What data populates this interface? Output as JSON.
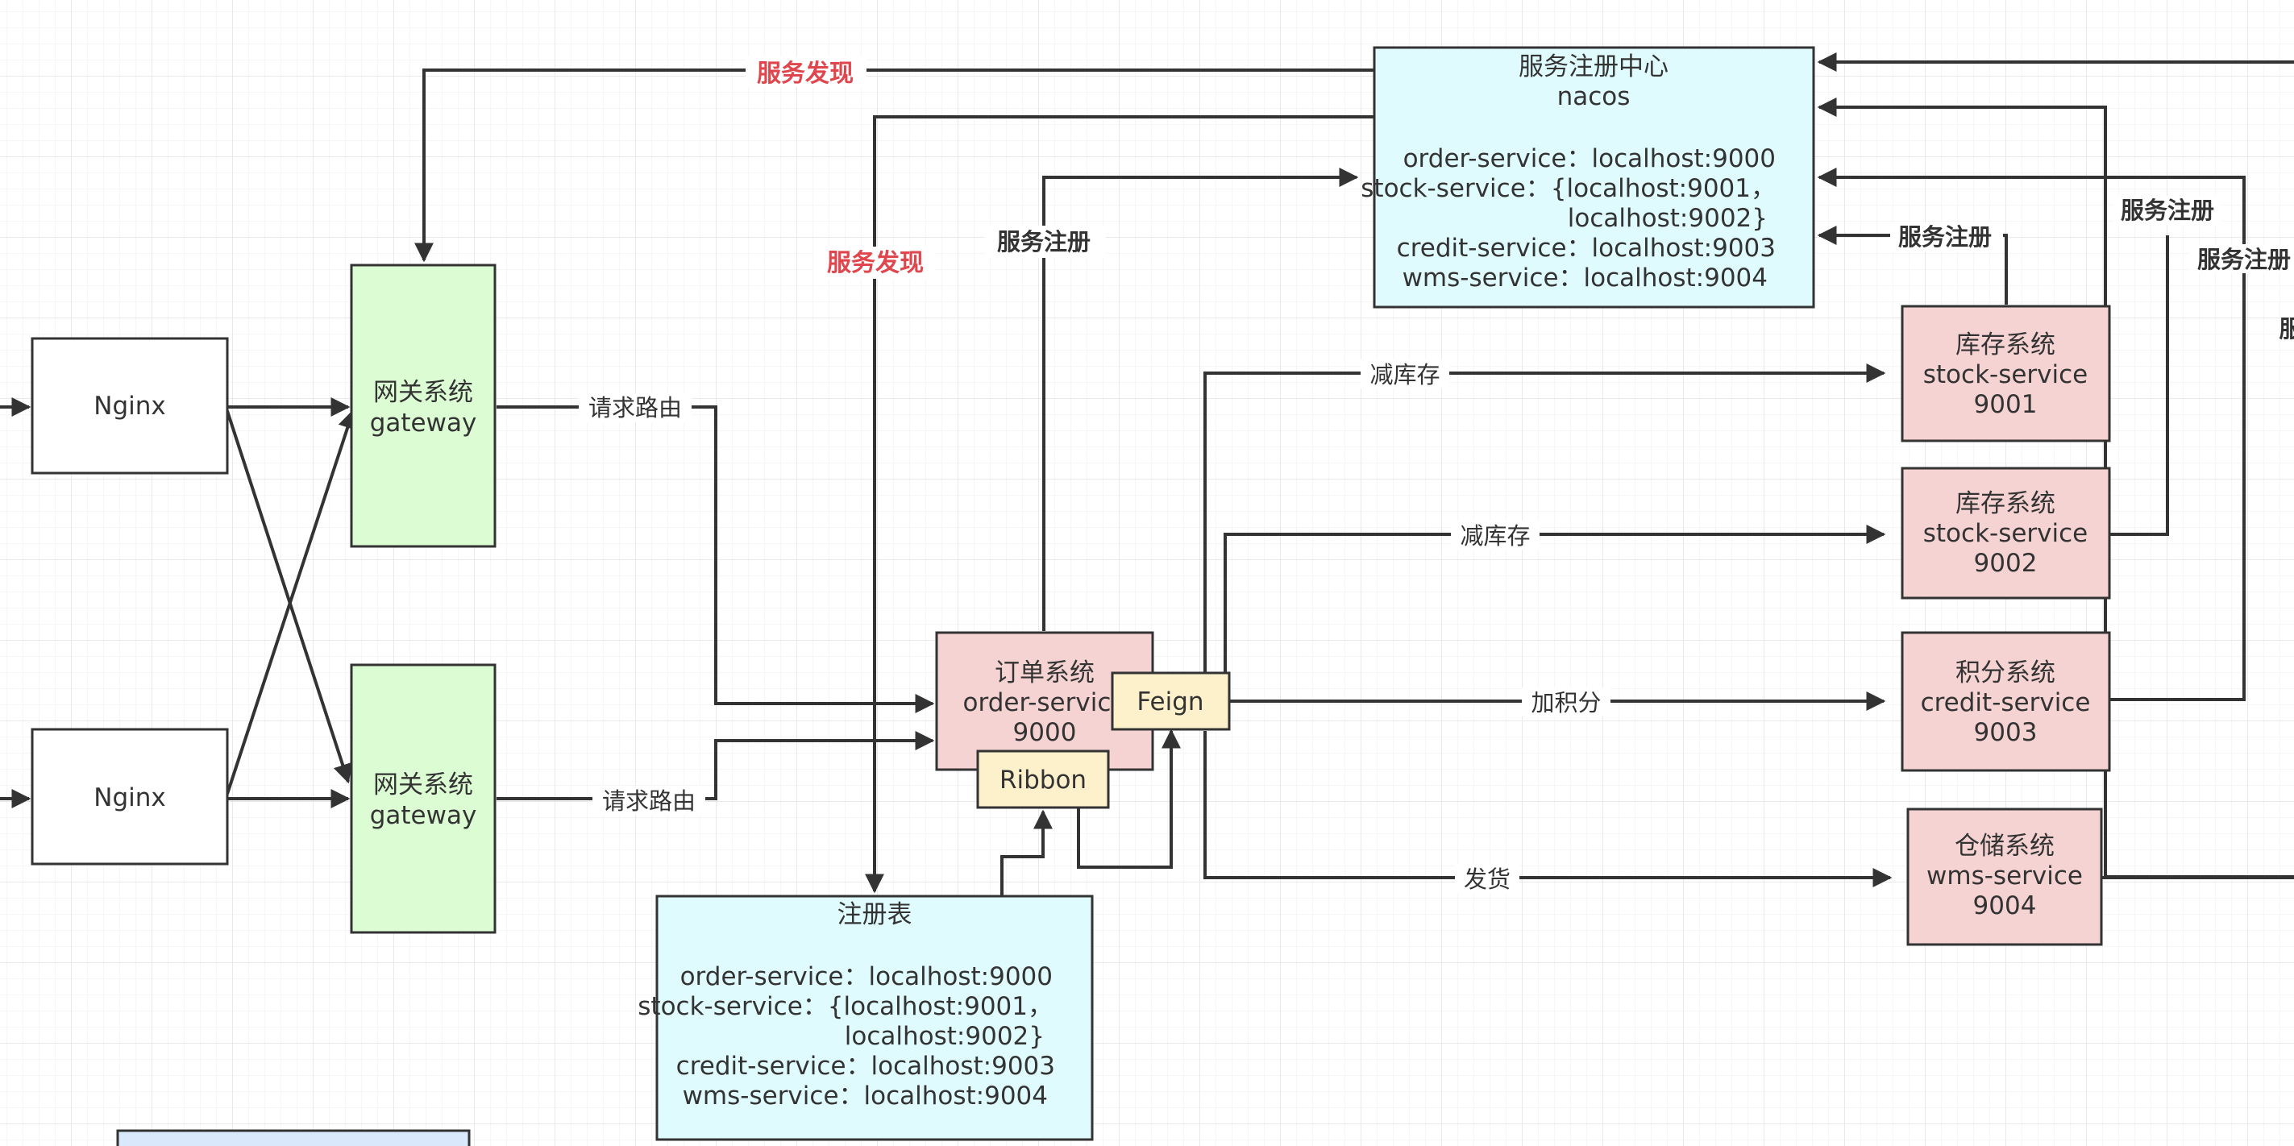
{
  "colors": {
    "registry_fill": "#dffbfe",
    "gateway_fill": "#dcfcd4",
    "service_fill": "#f6d3d3",
    "widget_fill": "#fdf1cc",
    "plain_fill": "#ffffff",
    "partial_fill": "#dae8fc",
    "stroke": "#333333",
    "red_label": "#e0464d"
  },
  "nodes": {
    "registry_center": {
      "title": "服务注册中心",
      "subtitle": "nacos",
      "lines": [
        "order-service：localhost:9000",
        "stock-service：{localhost:9001，",
        "localhost:9002}",
        "credit-service：localhost:9003",
        "wms-service：localhost:9004"
      ]
    },
    "registry_table": {
      "title": "注册表",
      "lines": [
        "order-service：localhost:9000",
        "stock-service：{localhost:9001，",
        "localhost:9002}",
        "credit-service：localhost:9003",
        "wms-service：localhost:9004"
      ]
    },
    "nginx_1": {
      "label": "Nginx"
    },
    "nginx_2": {
      "label": "Nginx"
    },
    "gateway_1": {
      "line1": "网关系统",
      "line2": "gateway"
    },
    "gateway_2": {
      "line1": "网关系统",
      "line2": "gateway"
    },
    "order": {
      "line1": "订单系统",
      "line2": "order-service",
      "line3": "9000"
    },
    "feign": {
      "label": "Feign"
    },
    "ribbon": {
      "label": "Ribbon"
    },
    "stock_1": {
      "line1": "库存系统",
      "line2": "stock-service",
      "line3": "9001"
    },
    "stock_2": {
      "line1": "库存系统",
      "line2": "stock-service",
      "line3": "9002"
    },
    "credit": {
      "line1": "积分系统",
      "line2": "credit-service",
      "line3": "9003"
    },
    "wms": {
      "line1": "仓储系统",
      "line2": "wms-service",
      "line3": "9004"
    }
  },
  "edge_labels": {
    "discovery_gateway": "服务发现",
    "discovery_table": "服务发现",
    "register_order": "服务注册",
    "register_stock1": "服务注册",
    "register_stock2": "服务注册",
    "register_credit": "服务注册",
    "register_cut": "服",
    "route_1": "请求路由",
    "route_2": "请求路由",
    "deduct_1": "减库存",
    "deduct_2": "减库存",
    "add_points": "加积分",
    "ship": "发货"
  }
}
